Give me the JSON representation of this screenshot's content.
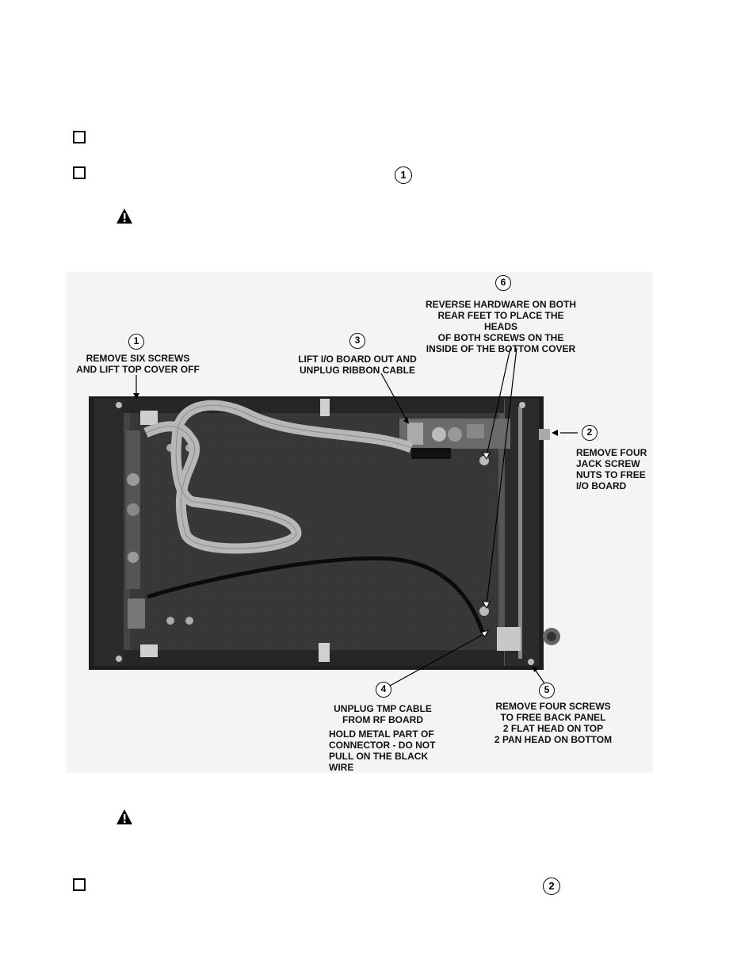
{
  "steps": [
    {
      "checkbox": "unchecked"
    },
    {
      "checkbox": "unchecked",
      "ref": "1"
    },
    {
      "checkbox": "unchecked",
      "ref": "2"
    }
  ],
  "figure": {
    "callouts": [
      {
        "num": "1",
        "text": "REMOVE SIX SCREWS\nAND LIFT TOP COVER  OFF"
      },
      {
        "num": "2",
        "text": "REMOVE FOUR\nJACK SCREW\nNUTS TO FREE\nI/O BOARD"
      },
      {
        "num": "3",
        "text": "LIFT I/O BOARD OUT AND\nUNPLUG RIBBON CABLE"
      },
      {
        "num": "4",
        "text": "UNPLUG TMP CABLE\nFROM RF BOARD",
        "note": "HOLD METAL PART OF\nCONNECTOR - DO NOT\nPULL ON THE BLACK\nWIRE"
      },
      {
        "num": "5",
        "text": "REMOVE FOUR SCREWS\nTO FREE BACK PANEL\n2 FLAT HEAD ON TOP\n2 PAN HEAD ON BOTTOM"
      },
      {
        "num": "6",
        "text": "REVERSE HARDWARE ON BOTH\nREAR FEET TO PLACE THE HEADS\nOF BOTH SCREWS ON THE\nINSIDE OF THE BOTTOM COVER"
      }
    ]
  }
}
